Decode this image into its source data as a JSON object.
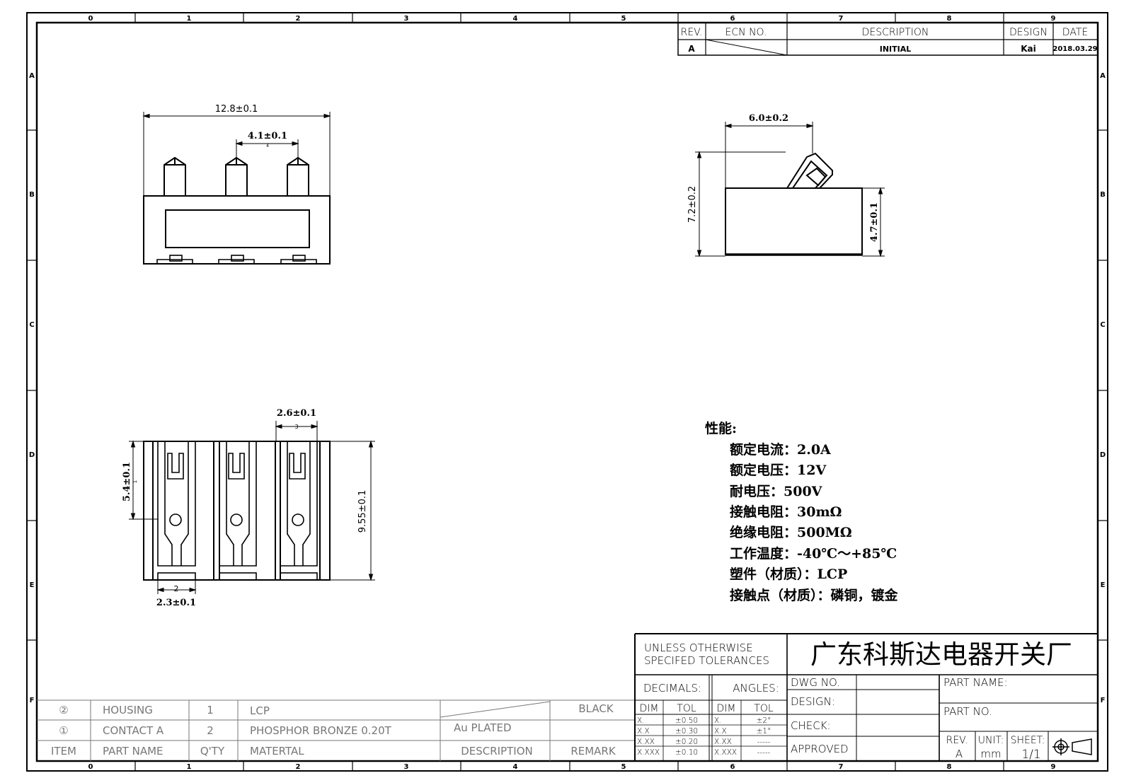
{
  "border": {
    "columns": [
      "0",
      "1",
      "2",
      "3",
      "4",
      "5",
      "6",
      "7",
      "8",
      "9"
    ],
    "rows": [
      "A",
      "B",
      "C",
      "D",
      "E",
      "F"
    ]
  },
  "revision_block": {
    "headers": {
      "rev": "REV.",
      "ecn": "ECN NO.",
      "description": "DESCRIPTION",
      "design": "DESIGN",
      "date": "DATE"
    },
    "row": {
      "rev": "A",
      "description": "INITIAL",
      "design": "Kai",
      "date": "2018.03.29"
    }
  },
  "dimensions": {
    "front_width": "12.8±0.1",
    "front_pitch": "4.1±0.1",
    "front_pitch_tag": "4",
    "side_width": "6.0±0.2",
    "side_height": "7.2±0.2",
    "side_body": "4.7±0.1",
    "bottom_pitch": "2.6±0.1",
    "bottom_pitch_tag": "3",
    "bottom_contact": "5.4±0.1",
    "bottom_contact_tag": "1",
    "bottom_height": "9.55±0.1",
    "bottom_pad": "2.3±0.1",
    "bottom_pad_tag": "2"
  },
  "specs": {
    "title": "性能:",
    "lines": [
      "额定电流：2.0A",
      "额定电压：12V",
      "耐电压：500V",
      "接触电阻：30mΩ",
      "绝缘电阻：500MΩ",
      "工作温度：-40℃～+85℃",
      "塑件（材质）：LCP",
      "接触点（材质）：磷铜，镀金"
    ]
  },
  "bom": {
    "rows": [
      {
        "item": "②",
        "part_name": "HOUSING",
        "qty": "1",
        "material": "LCP",
        "description": "",
        "remark": "BLACK"
      },
      {
        "item": "①",
        "part_name": "CONTACT A",
        "qty": "2",
        "material": "PHOSPHOR BRONZE 0.20T",
        "description": "Au PLATED",
        "remark": ""
      }
    ],
    "headers": {
      "item": "ITEM",
      "part_name": "PART NAME",
      "qty": "Q'TY",
      "material": "MATERTAL",
      "description": "DESCRIPTION",
      "remark": "REMARK"
    }
  },
  "title_block": {
    "tolerance_line1": "UNLESS OTHERWISE",
    "tolerance_line2": "SPECIFED TOLERANCES",
    "company": "广东科斯达电器开关厂",
    "decimals_label": "DECIMALS:",
    "angles_label": "ANGLES:",
    "dim": "DIM",
    "tol": "TOL",
    "decimal_rows": [
      [
        "X.",
        "±0.50"
      ],
      [
        "X.X",
        "±0.30"
      ],
      [
        "X.XX",
        "±0.20"
      ],
      [
        "X.XXX",
        "±0.10"
      ]
    ],
    "angle_rows": [
      [
        "X.",
        "±2°"
      ],
      [
        "X.X",
        "±1°"
      ],
      [
        "X.XX",
        "-----"
      ],
      [
        "X.XXX",
        "-----"
      ]
    ],
    "dwg_no": "DWG NO.",
    "design": "DESIGN:",
    "check": "CHECK:",
    "approved": "APPROVED",
    "part_name": "PART NAME:",
    "part_no": "PART NO.",
    "rev_label": "REV.",
    "rev_value": "A",
    "unit_label": "UNIT:",
    "unit_value": "mm",
    "sheet_label": "SHEET:",
    "sheet_value": "1/1"
  }
}
